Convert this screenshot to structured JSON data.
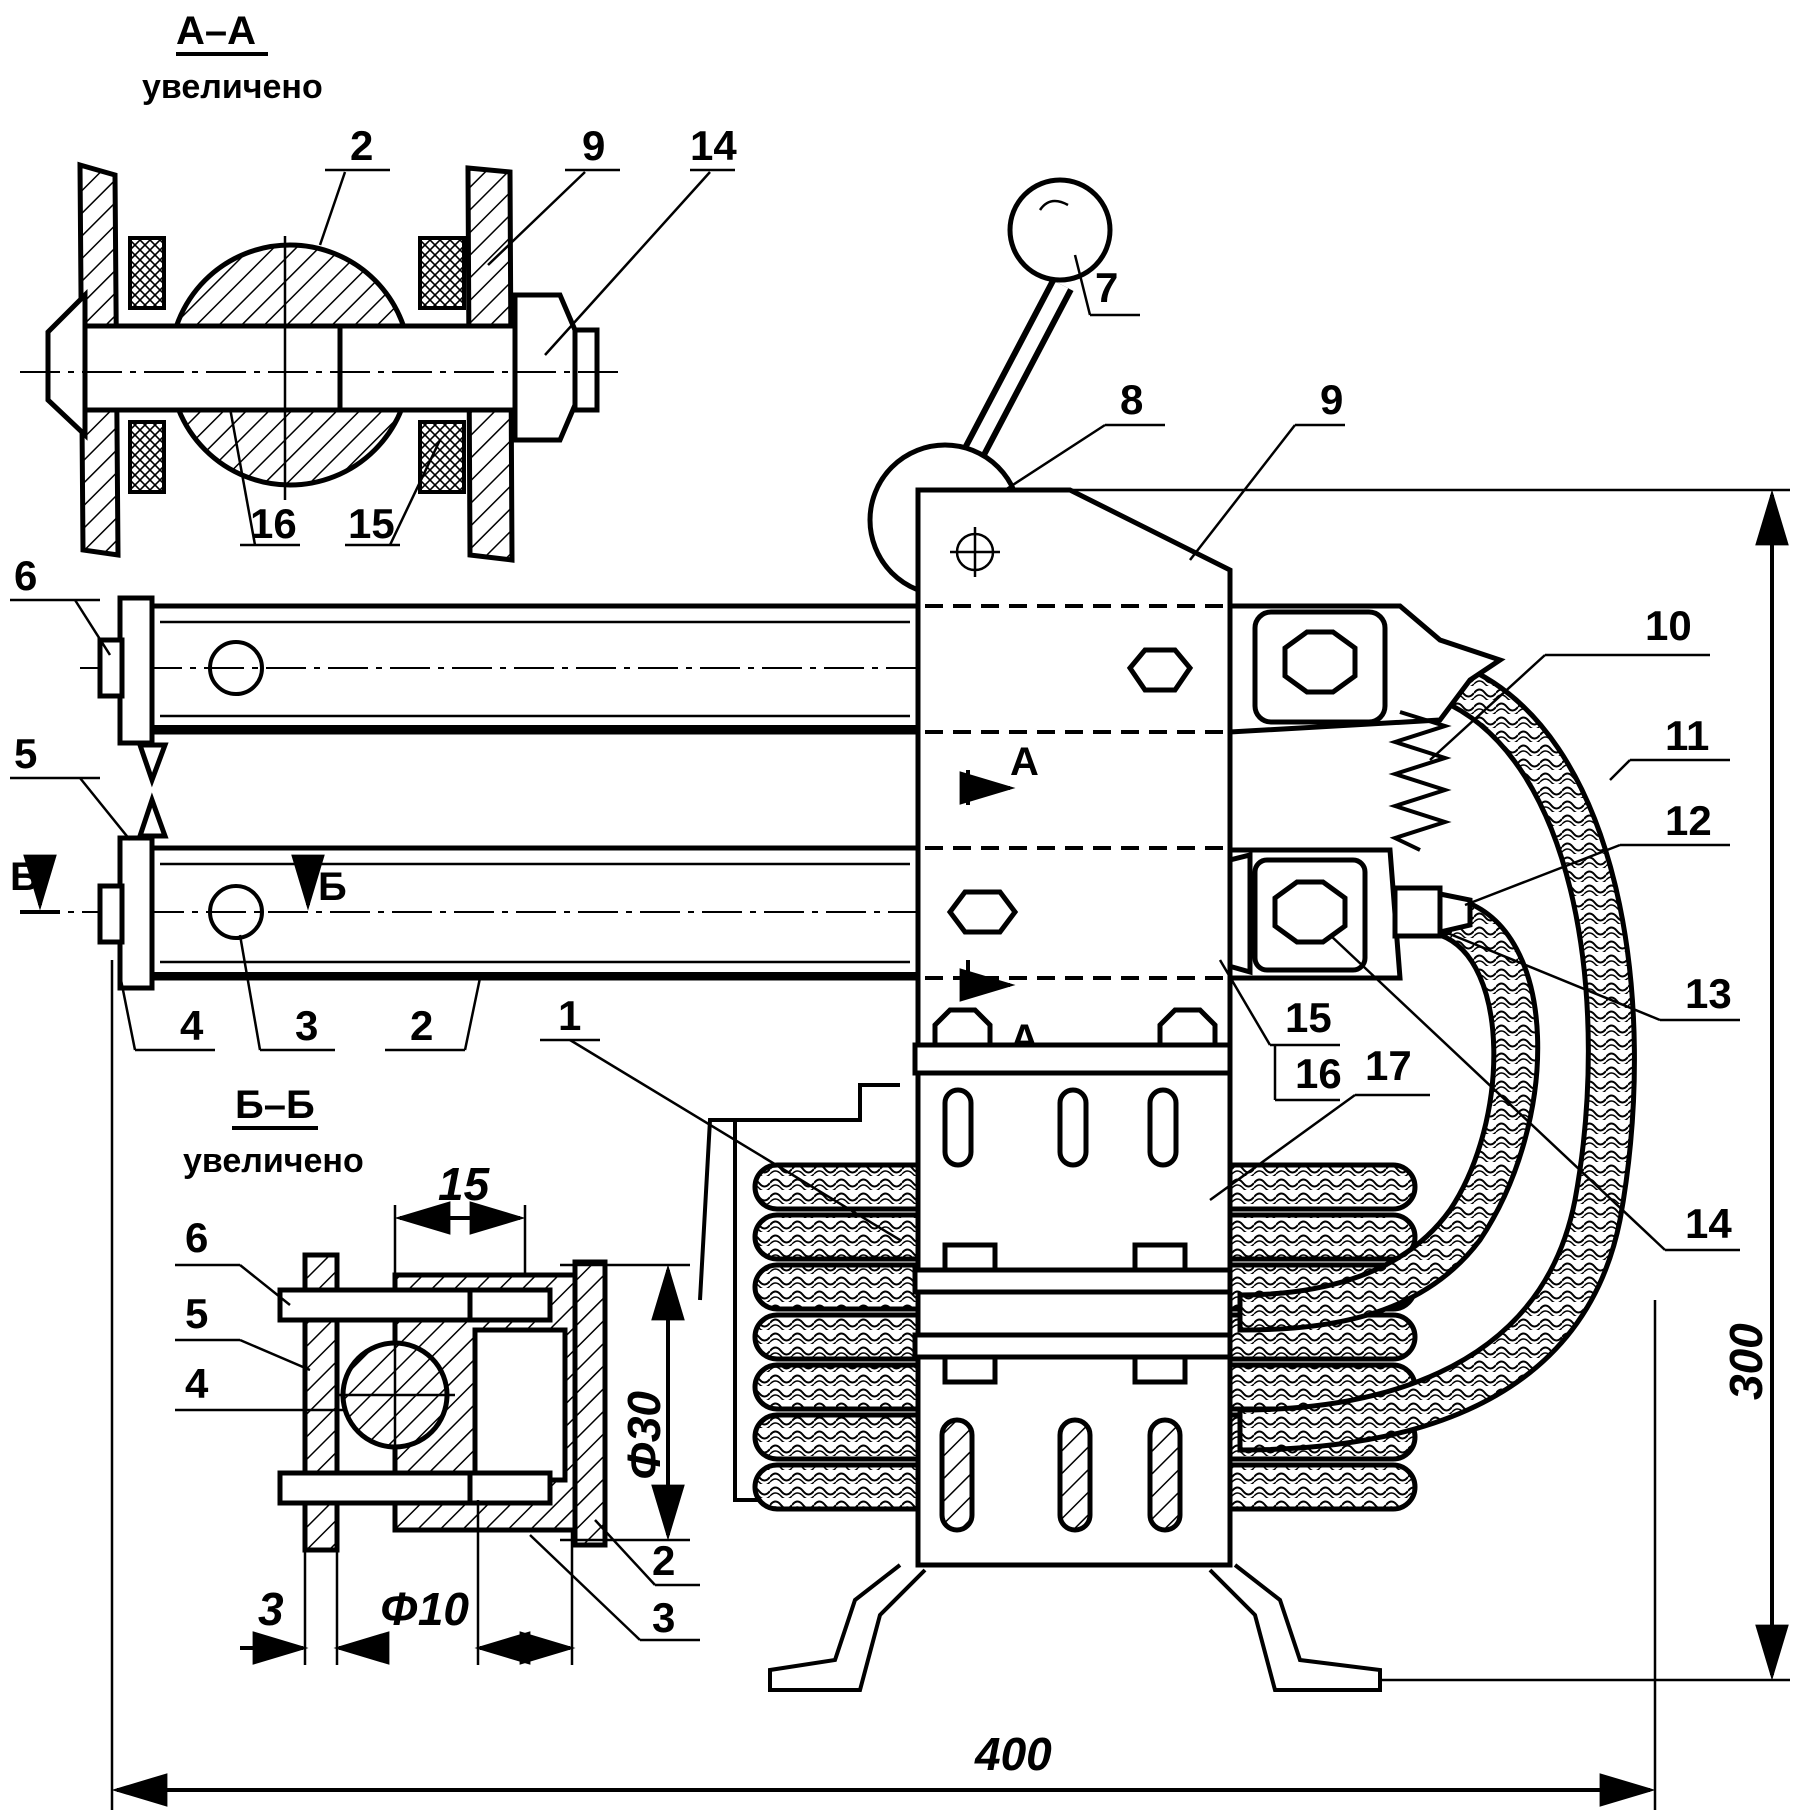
{
  "sections": {
    "aa": {
      "title": "А–А",
      "subtitle": "увеличено"
    },
    "bb": {
      "title": "Б–Б",
      "subtitle": "увеличено"
    }
  },
  "section_marks": {
    "a": "А",
    "b": "Б"
  },
  "dimensions": {
    "height": "300",
    "width": "400",
    "d30": "Φ30",
    "d10": "Φ10",
    "s15": "15",
    "s3": "3"
  },
  "labels": {
    "aa_2": "2",
    "aa_9": "9",
    "aa_14": "14",
    "aa_16": "16",
    "aa_15": "15",
    "m_6": "6",
    "m_5": "5",
    "m_4": "4",
    "m_3": "3",
    "m_2": "2",
    "m_1": "1",
    "m_7": "7",
    "m_8": "8",
    "m_9": "9",
    "m_10": "10",
    "m_11": "11",
    "m_12": "12",
    "m_13": "13",
    "m_14": "14",
    "m_15": "15",
    "m_16": "16",
    "m_17": "17",
    "bb_6": "6",
    "bb_5": "5",
    "bb_4": "4",
    "bb_2": "2",
    "bb_3": "3"
  }
}
